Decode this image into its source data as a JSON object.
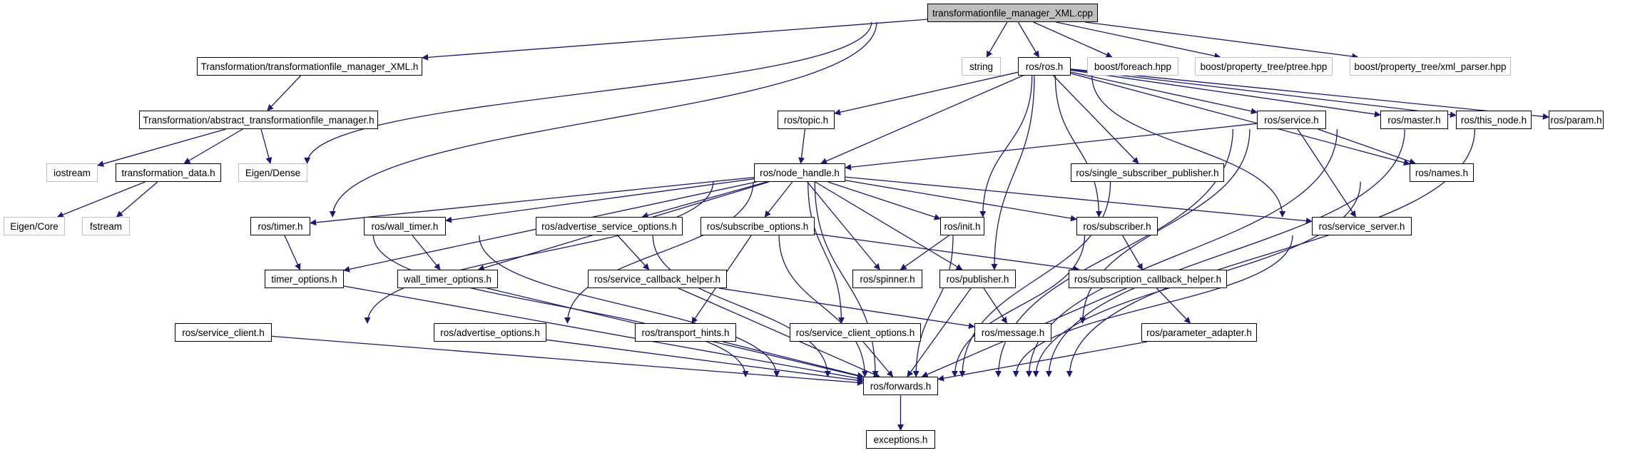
{
  "colors": {
    "edge": "#191970",
    "root_fill": "#bfbfbf",
    "node_border": "#000000",
    "external_border": "#bfbfbf"
  },
  "nodes": {
    "root": {
      "label": "transformationfile_manager_XML.cpp",
      "kind": "root"
    },
    "tf_xml": {
      "label": "Transformation/transformationfile_manager_XML.h",
      "kind": "doc"
    },
    "string": {
      "label": "string",
      "kind": "ext"
    },
    "ros": {
      "label": "ros/ros.h",
      "kind": "doc"
    },
    "foreach": {
      "label": "boost/foreach.hpp",
      "kind": "ext"
    },
    "ptree": {
      "label": "boost/property_tree/ptree.hpp",
      "kind": "ext"
    },
    "xmlparser": {
      "label": "boost/property_tree/xml_parser.hpp",
      "kind": "ext"
    },
    "abstract": {
      "label": "Transformation/abstract_transformationfile_manager.h",
      "kind": "doc"
    },
    "topic": {
      "label": "ros/topic.h",
      "kind": "doc"
    },
    "service": {
      "label": "ros/service.h",
      "kind": "doc"
    },
    "master": {
      "label": "ros/master.h",
      "kind": "doc"
    },
    "this_node": {
      "label": "ros/this_node.h",
      "kind": "doc"
    },
    "param": {
      "label": "ros/param.h",
      "kind": "doc"
    },
    "iostream": {
      "label": "iostream",
      "kind": "ext"
    },
    "tdata": {
      "label": "transformation_data.h",
      "kind": "doc"
    },
    "eigen_dense": {
      "label": "Eigen/Dense",
      "kind": "ext"
    },
    "node_handle": {
      "label": "ros/node_handle.h",
      "kind": "doc"
    },
    "ssp": {
      "label": "ros/single_subscriber_publisher.h",
      "kind": "doc"
    },
    "names": {
      "label": "ros/names.h",
      "kind": "doc"
    },
    "eigen_core": {
      "label": "Eigen/Core",
      "kind": "ext"
    },
    "fstream": {
      "label": "fstream",
      "kind": "ext"
    },
    "timer": {
      "label": "ros/timer.h",
      "kind": "doc"
    },
    "wall_timer": {
      "label": "ros/wall_timer.h",
      "kind": "doc"
    },
    "aso": {
      "label": "ros/advertise_service_options.h",
      "kind": "doc"
    },
    "sub_opts": {
      "label": "ros/subscribe_options.h",
      "kind": "doc"
    },
    "init": {
      "label": "ros/init.h",
      "kind": "doc"
    },
    "subscriber": {
      "label": "ros/subscriber.h",
      "kind": "doc"
    },
    "service_server": {
      "label": "ros/service_server.h",
      "kind": "doc"
    },
    "timer_opts": {
      "label": "timer_options.h",
      "kind": "doc"
    },
    "wall_timer_opts": {
      "label": "wall_timer_options.h",
      "kind": "doc"
    },
    "sch": {
      "label": "ros/service_callback_helper.h",
      "kind": "doc"
    },
    "spinner": {
      "label": "ros/spinner.h",
      "kind": "doc"
    },
    "publisher": {
      "label": "ros/publisher.h",
      "kind": "doc"
    },
    "subch": {
      "label": "ros/subscription_callback_helper.h",
      "kind": "doc"
    },
    "service_client": {
      "label": "ros/service_client.h",
      "kind": "doc"
    },
    "adv_opts": {
      "label": "ros/advertise_options.h",
      "kind": "doc"
    },
    "transport_hints": {
      "label": "ros/transport_hints.h",
      "kind": "doc"
    },
    "sco": {
      "label": "ros/service_client_options.h",
      "kind": "doc"
    },
    "message": {
      "label": "ros/message.h",
      "kind": "doc"
    },
    "param_adapter": {
      "label": "ros/parameter_adapter.h",
      "kind": "doc"
    },
    "forwards": {
      "label": "ros/forwards.h",
      "kind": "doc"
    },
    "exceptions": {
      "label": "exceptions.h",
      "kind": "doc"
    }
  },
  "edges": [
    [
      "root",
      "iostream"
    ],
    [
      "root",
      "tf_xml"
    ],
    [
      "root",
      "fstream"
    ],
    [
      "root",
      "string"
    ],
    [
      "root",
      "ros"
    ],
    [
      "root",
      "foreach"
    ],
    [
      "root",
      "ptree"
    ],
    [
      "root",
      "xmlparser"
    ],
    [
      "tf_xml",
      "abstract"
    ],
    [
      "abstract",
      "iostream"
    ],
    [
      "abstract",
      "tdata"
    ],
    [
      "abstract",
      "eigen_dense"
    ],
    [
      "tdata",
      "eigen_core"
    ],
    [
      "tdata",
      "fstream"
    ],
    [
      "ros",
      "topic"
    ],
    [
      "ros",
      "node_handle"
    ],
    [
      "ros",
      "init"
    ],
    [
      "ros",
      "publisher"
    ],
    [
      "ros",
      "subscriber"
    ],
    [
      "ros",
      "ssp"
    ],
    [
      "ros",
      "service_server"
    ],
    [
      "ros",
      "service"
    ],
    [
      "ros",
      "names"
    ],
    [
      "ros",
      "master"
    ],
    [
      "ros",
      "this_node"
    ],
    [
      "ros",
      "param"
    ],
    [
      "topic",
      "node_handle"
    ],
    [
      "service",
      "node_handle"
    ],
    [
      "service",
      "names"
    ],
    [
      "service",
      "message"
    ],
    [
      "service",
      "forwards"
    ],
    [
      "service",
      "service_server"
    ],
    [
      "master",
      "forwards"
    ],
    [
      "this_node",
      "forwards"
    ],
    [
      "param",
      "forwards"
    ],
    [
      "names",
      "forwards"
    ],
    [
      "ssp",
      "forwards"
    ],
    [
      "node_handle",
      "forwards"
    ],
    [
      "node_handle",
      "timer"
    ],
    [
      "node_handle",
      "timer_opts"
    ],
    [
      "node_handle",
      "wall_timer"
    ],
    [
      "node_handle",
      "wall_timer_opts"
    ],
    [
      "node_handle",
      "service_client"
    ],
    [
      "node_handle",
      "adv_opts"
    ],
    [
      "node_handle",
      "aso"
    ],
    [
      "node_handle",
      "sub_opts"
    ],
    [
      "node_handle",
      "sco"
    ],
    [
      "node_handle",
      "spinner"
    ],
    [
      "node_handle",
      "init"
    ],
    [
      "node_handle",
      "publisher"
    ],
    [
      "node_handle",
      "subscriber"
    ],
    [
      "node_handle",
      "service_server"
    ],
    [
      "timer",
      "timer_opts"
    ],
    [
      "timer",
      "forwards"
    ],
    [
      "wall_timer",
      "wall_timer_opts"
    ],
    [
      "wall_timer",
      "forwards"
    ],
    [
      "timer_opts",
      "forwards"
    ],
    [
      "wall_timer_opts",
      "forwards"
    ],
    [
      "aso",
      "sch"
    ],
    [
      "aso",
      "forwards"
    ],
    [
      "sch",
      "forwards"
    ],
    [
      "sch",
      "message"
    ],
    [
      "sub_opts",
      "transport_hints"
    ],
    [
      "sub_opts",
      "forwards"
    ],
    [
      "sub_opts",
      "subch"
    ],
    [
      "init",
      "spinner"
    ],
    [
      "init",
      "forwards"
    ],
    [
      "publisher",
      "message"
    ],
    [
      "publisher",
      "forwards"
    ],
    [
      "subscriber",
      "subch"
    ],
    [
      "subscriber",
      "forwards"
    ],
    [
      "subch",
      "param_adapter"
    ],
    [
      "subch",
      "forwards"
    ],
    [
      "service_server",
      "forwards"
    ],
    [
      "service_client",
      "forwards"
    ],
    [
      "adv_opts",
      "forwards"
    ],
    [
      "transport_hints",
      "forwards"
    ],
    [
      "sco",
      "forwards"
    ],
    [
      "param_adapter",
      "forwards"
    ],
    [
      "forwards",
      "exceptions"
    ]
  ]
}
